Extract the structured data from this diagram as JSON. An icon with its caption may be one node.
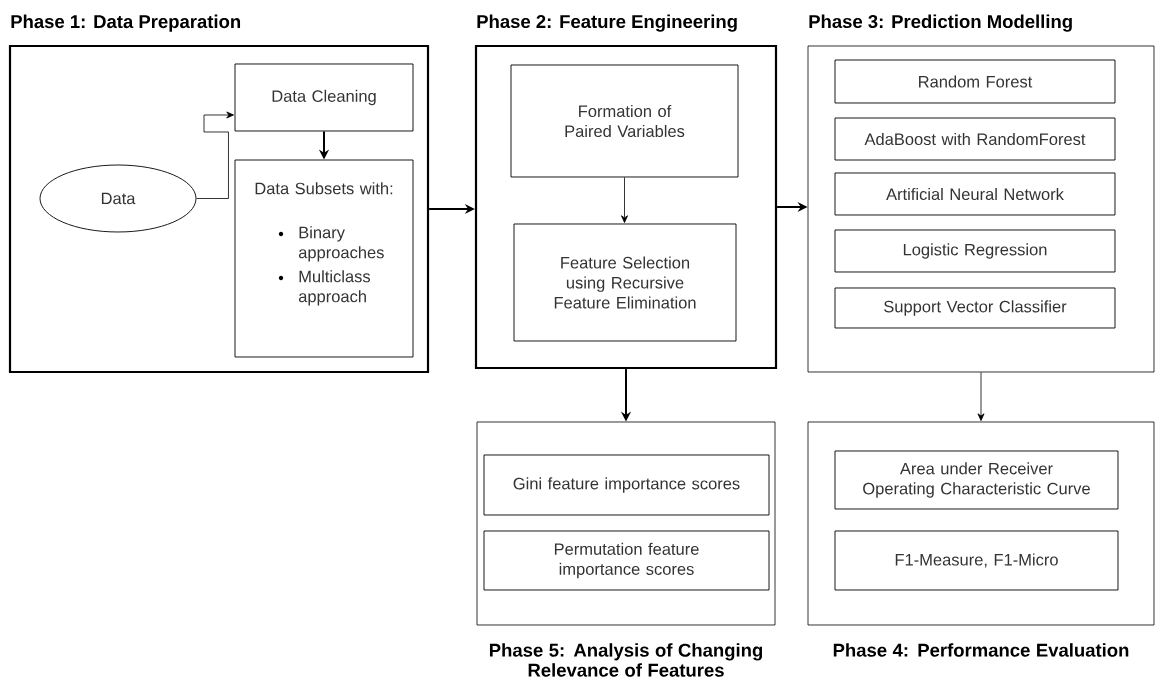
{
  "diagram": {
    "nodes": [
      {
        "text": [
          "Phase 1: Data Preparation"
        ]
      },
      {
        "text": [
          "Data"
        ],
        "in": 0
      },
      {
        "text": [
          "Data Cleaning"
        ],
        "in": 0
      },
      {
        "text": [
          "Data Subsets with:",
          "Binary approaches",
          "Multiclass approach"
        ],
        "in": 0
      },
      {
        "text": [
          "Phase 2: Feature Engineering"
        ]
      },
      {
        "text": [
          "Formation of Paired Variables"
        ],
        "in": 4
      },
      {
        "text": [
          "Feature Selection using Recursive Feature Elimination"
        ],
        "in": 4
      },
      {
        "text": [
          "Phase 3: Prediction Modelling"
        ]
      },
      {
        "text": [
          "Random Forest"
        ],
        "in": 7
      },
      {
        "text": [
          "AdaBoost with RandomForest"
        ],
        "in": 7
      },
      {
        "text": [
          "Artificial Neural Network"
        ],
        "in": 7
      },
      {
        "text": [
          "Logistic Regression"
        ],
        "in": 7
      },
      {
        "text": [
          "Support Vector Classifier"
        ],
        "in": 7
      },
      {
        "text": [
          "Phase 5: Analysis of Changing Relevance of Features"
        ]
      },
      {
        "text": [
          "Gini feature importance scores"
        ],
        "in": 13
      },
      {
        "text": [
          "Permutation feature importance scores"
        ],
        "in": 13
      },
      {
        "text": [
          "Phase 4: Performance Evaluation"
        ]
      },
      {
        "text": [
          "Area under Receiver Operating Characteristic Curve"
        ],
        "in": 16
      },
      {
        "text": [
          "F1-Measure, F1-Micro"
        ],
        "in": 16
      }
    ],
    "edges": [
      {
        "from": 1,
        "to": 2,
        "arrow": "to"
      },
      {
        "from": 2,
        "to": 3,
        "arrow": "to"
      },
      {
        "from": 0,
        "to": 4,
        "arrow": "to"
      },
      {
        "from": 5,
        "to": 6,
        "arrow": "to"
      },
      {
        "from": 4,
        "to": 7,
        "arrow": "to"
      },
      {
        "from": 4,
        "to": 13,
        "arrow": "to"
      },
      {
        "from": 7,
        "to": 16,
        "arrow": "to"
      }
    ]
  }
}
